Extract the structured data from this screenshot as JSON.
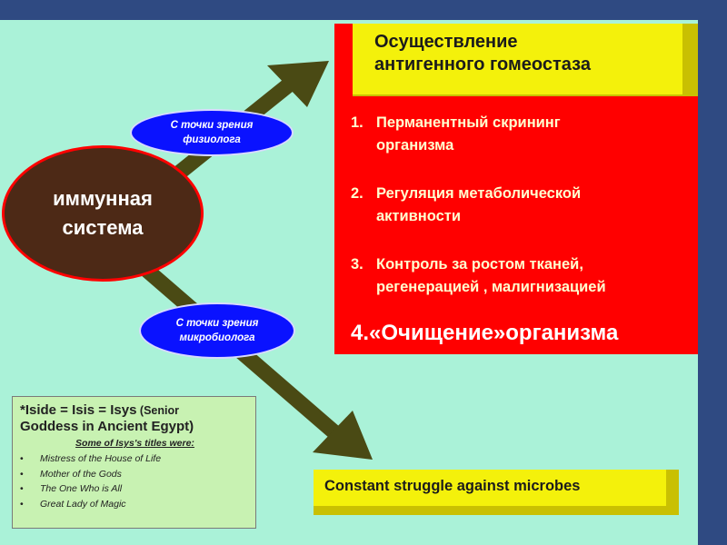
{
  "title": "Осуществление антигенного гомеостаза",
  "title_lines": [
    "Осуществление",
    "антигенного гомеостаза"
  ],
  "items": [
    {
      "num": "1.",
      "lines": [
        "Перманентный скрининг",
        "организма"
      ]
    },
    {
      "num": "2.",
      "lines": [
        "Регуляция метаболической",
        "активности"
      ]
    },
    {
      "num": "3.",
      "lines": [
        "Контроль за ростом тканей,",
        "регенерацией , малигнизацией"
      ]
    }
  ],
  "item4": "4.«Очищение»организма",
  "immune": {
    "line1": "иммунная",
    "line2": "система"
  },
  "oval_physiologist": {
    "line1": "С точки зрения",
    "line2": "физиолога"
  },
  "oval_microbiologist": {
    "line1": "С точки зрения",
    "line2": "микробиолога"
  },
  "bottom_box": "Constant struggle against microbes",
  "isis": {
    "heading_main": "*Iside = Isis = Isys",
    "heading_small": " (Senior",
    "heading_line2": "Goddess in Ancient Egypt)",
    "subheading": "Some of Isys's titles were:",
    "titles": [
      "Mistress of the House of Life",
      "Mother of the Gods",
      "The One Who is All",
      "Great Lady of Magic"
    ]
  },
  "colors": {
    "background": "#aaf2d8",
    "frame": "#2f4a82",
    "red_panel": "#ff0000",
    "yellow": "#f4f10b",
    "yellow_shadow": "#c9c002",
    "immune_fill": "#4d2916",
    "oval_blue": "#0a12ff",
    "arrow": "#4a4a14",
    "isis_box": "#c8f2b2"
  }
}
